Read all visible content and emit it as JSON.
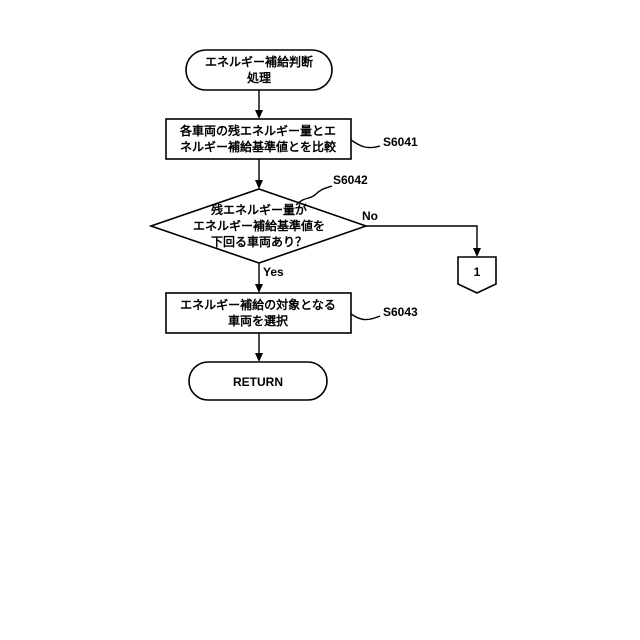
{
  "start": {
    "line1": "エネルギー補給判断",
    "line2": "処理"
  },
  "step1": {
    "line1": "各車両の残エネルギー量とエ",
    "line2": "ネルギー補給基準値とを比較",
    "ref": "S6041"
  },
  "decision": {
    "line1": "残エネルギー量が",
    "line2": "エネルギー補給基準値を",
    "line3": "下回る車両あり？",
    "ref": "S6042",
    "no_label": "No",
    "yes_label": "Yes"
  },
  "step3": {
    "line1": "エネルギー補給の対象となる",
    "line2": "車両を選択",
    "ref": "S6043"
  },
  "end": {
    "label": "RETURN"
  },
  "connector": {
    "label": "1"
  }
}
